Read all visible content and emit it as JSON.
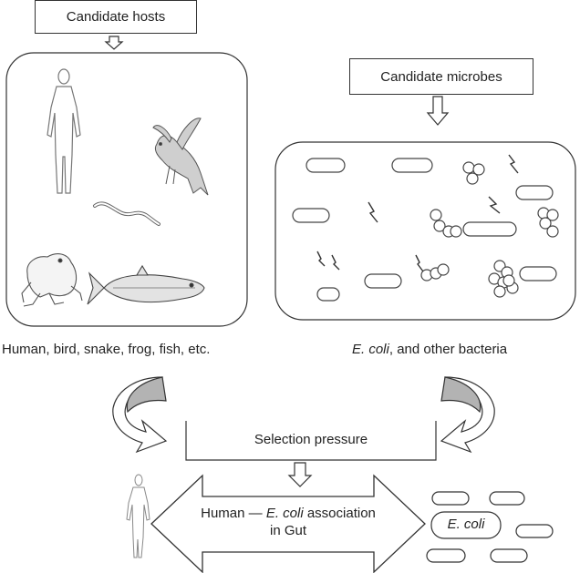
{
  "hosts_box": {
    "label": "Candidate hosts"
  },
  "hosts_caption": "Human, bird, snake, frog, fish, etc.",
  "microbes_box": {
    "label": "Candidate microbes"
  },
  "microbes_caption": {
    "italic": "E. coli",
    "rest": ", and other bacteria"
  },
  "selection": {
    "label": "Selection pressure"
  },
  "association": {
    "line1_pre": "Human — ",
    "line1_italic": "E. coli",
    "line1_post": " association",
    "line2": "in Gut"
  },
  "gut_ecoli_label": "E. coli",
  "colors": {
    "stroke": "#333333",
    "fill_gray": "#b3b3b3",
    "background": "#ffffff"
  }
}
